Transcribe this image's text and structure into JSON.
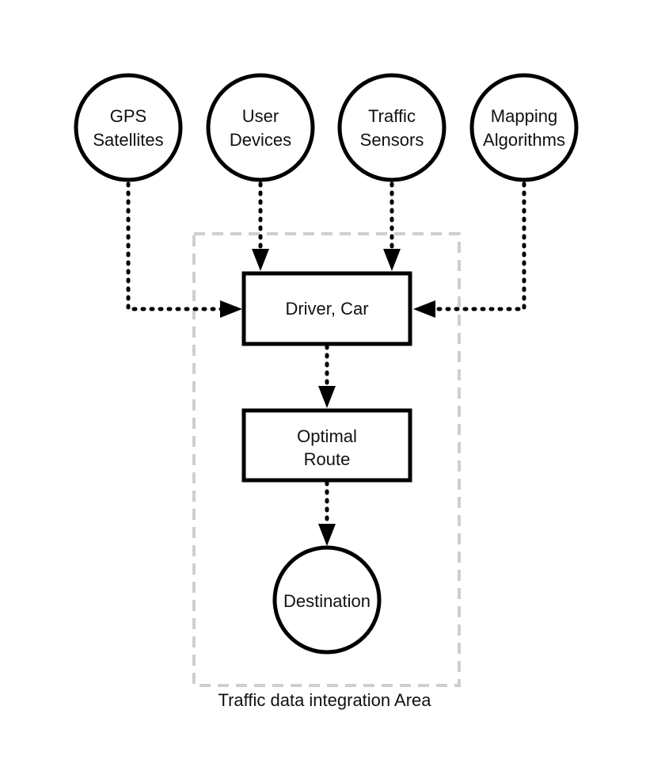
{
  "diagram": {
    "sources": [
      {
        "line1": "GPS",
        "line2": "Satellites"
      },
      {
        "line1": "User",
        "line2": "Devices"
      },
      {
        "line1": "Traffic",
        "line2": "Sensors"
      },
      {
        "line1": "Mapping",
        "line2": "Algorithms"
      }
    ],
    "driver_box": "Driver, Car",
    "route_box": {
      "line1": "Optimal",
      "line2": "Route"
    },
    "destination": "Destination",
    "area_label": "Traffic data integration Area"
  }
}
